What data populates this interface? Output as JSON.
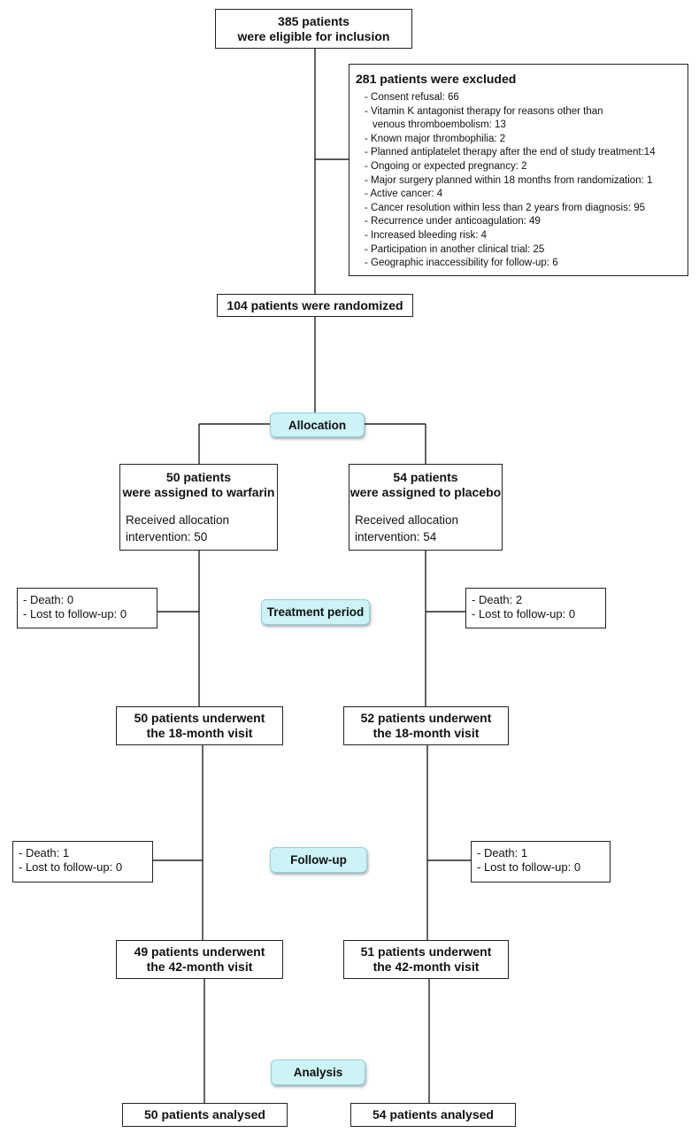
{
  "eligible": {
    "line1": "385 patients",
    "line2": "were eligible for inclusion"
  },
  "excluded": {
    "title": "281 patients were excluded",
    "items": [
      "- Consent refusal: 66",
      "- Vitamin K antagonist therapy for reasons other than",
      "venous thromboembolism: 13",
      "- Known major thrombophilia: 2",
      "- Planned antiplatelet therapy after the end of study treatment:14",
      "- Ongoing or expected pregnancy: 2",
      "- Major surgery planned within 18 months from randomization: 1",
      "- Active cancer: 4",
      "- Cancer resolution within less than 2 years from diagnosis: 95",
      "- Recurrence under anticoagulation: 49",
      "- Increased bleeding risk: 4",
      "- Participation in another clinical trial: 25",
      "- Geographic inaccessibility for follow-up: 6"
    ]
  },
  "randomized": "104 patients were randomized",
  "stages": {
    "allocation": "Allocation",
    "treatment": "Treatment period",
    "followup": "Follow-up",
    "analysis": "Analysis"
  },
  "warfarin": {
    "assigned_line1": "50 patients",
    "assigned_line2": "were assigned to warfarin",
    "received_line1": "Received allocation",
    "received_line2": "intervention: 50",
    "treatment_loss": {
      "death": "- Death: 0",
      "lost": "- Lost to follow-up: 0"
    },
    "visit18_line1": "50 patients underwent",
    "visit18_line2": "the 18-month visit",
    "followup_loss": {
      "death": "- Death: 1",
      "lost": "- Lost to follow-up: 0"
    },
    "visit42_line1": "49 patients underwent",
    "visit42_line2": "the 42-month visit",
    "analysed": "50 patients analysed"
  },
  "placebo": {
    "assigned_line1": "54 patients",
    "assigned_line2": "were assigned to placebo",
    "received_line1": "Received allocation",
    "received_line2": "intervention: 54",
    "treatment_loss": {
      "death": "- Death: 2",
      "lost": "- Lost to follow-up: 0"
    },
    "visit18_line1": "52 patients underwent",
    "visit18_line2": "the 18-month visit",
    "followup_loss": {
      "death": "- Death: 1",
      "lost": "- Lost to follow-up: 0"
    },
    "visit42_line1": "51 patients underwent",
    "visit42_line2": "the 42-month visit",
    "analysed": "54 patients analysed"
  }
}
